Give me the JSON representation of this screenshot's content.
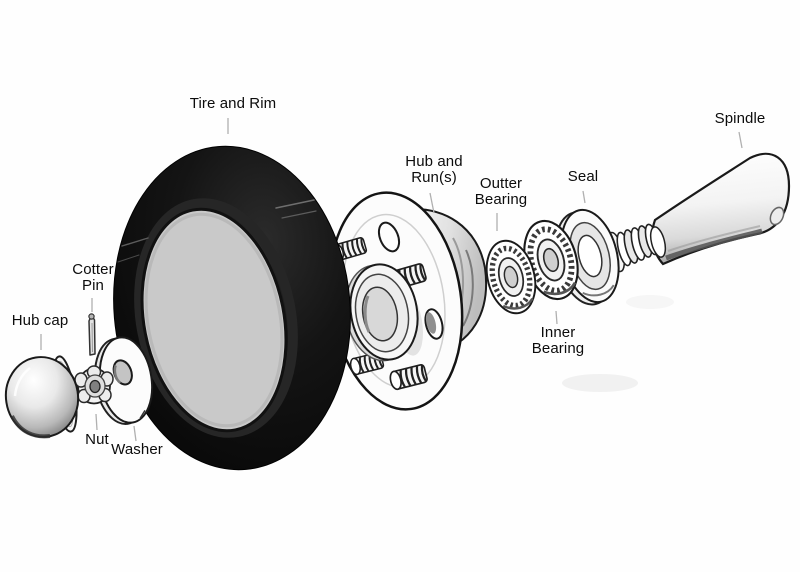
{
  "diagram": {
    "kind": "exploded-view wheel hub assembly illustration",
    "labels": {
      "tire_rim": "Tire and Rim",
      "hub_runs": "Hub and Run(s)",
      "outer_bearing": "Outter Bearing",
      "seal": "Seal",
      "spindle": "Spindle",
      "cotter_pin": "Cotter Pin",
      "hub_cap": "Hub cap",
      "nut": "Nut",
      "washer": "Washer",
      "inner_bearing": "Inner Bearing"
    },
    "colors": {
      "background": "#fefefe",
      "tire_black": "#0c0c0c",
      "rim_opening_grey": "#c9c9c9",
      "metal_outline": "#1a1a1a",
      "label_ink": "#0c0c0c",
      "leader_line": "#b0b0b0"
    }
  }
}
